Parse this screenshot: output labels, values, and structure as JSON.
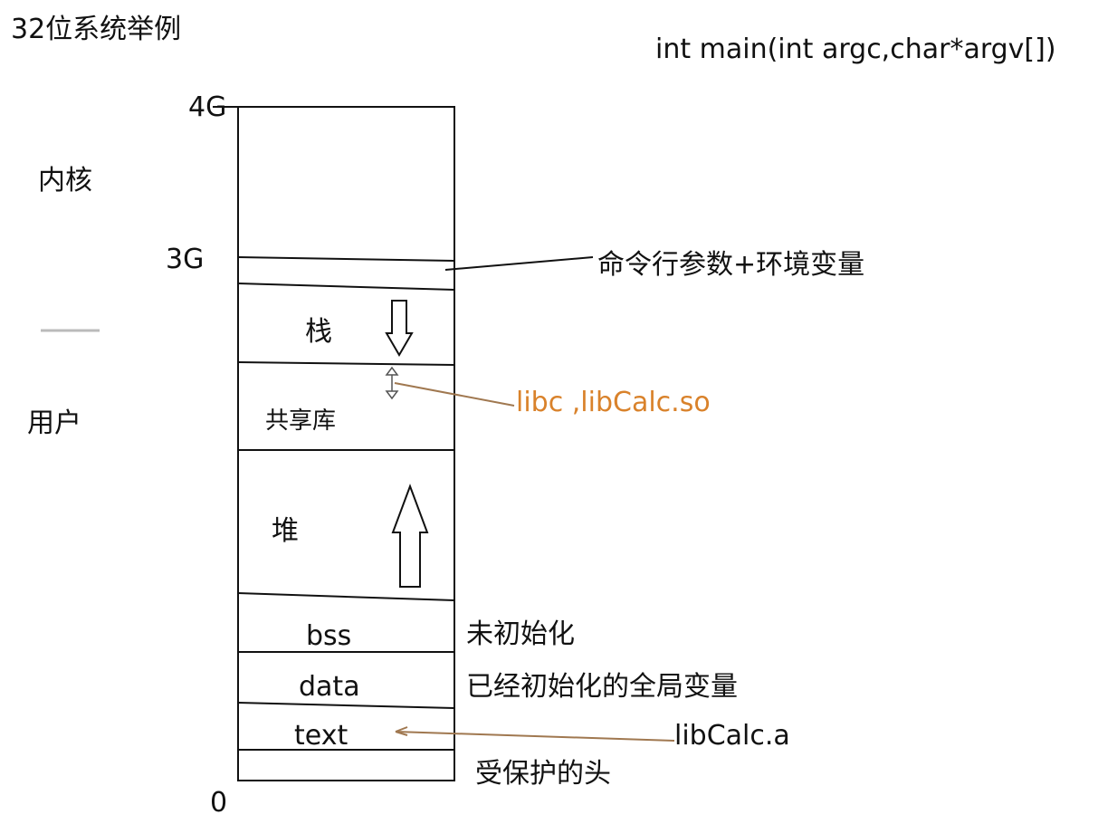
{
  "title": "32位系统举例",
  "signature": "int main(int argc,char*argv[])",
  "axis_labels": {
    "top": "4G",
    "kernel_boundary": "3G",
    "bottom": "0"
  },
  "regions": {
    "kernel": "内核",
    "user": "用户"
  },
  "segments": {
    "stack": "栈",
    "shared_lib": "共享库",
    "heap": "堆",
    "bss": "bss",
    "data": "data",
    "text": "text"
  },
  "annotations": {
    "args_env": "命令行参数+环境变量",
    "shared_libs": "libc ,libCalc.so",
    "bss_note": "未初始化",
    "data_note": "已经初始化的全局变量",
    "static_lib": "libCalc.a",
    "protected_header": "受保护的头"
  },
  "colors": {
    "accent": "#d9822b",
    "line": "#111111",
    "leader_brown": "#a07850"
  }
}
